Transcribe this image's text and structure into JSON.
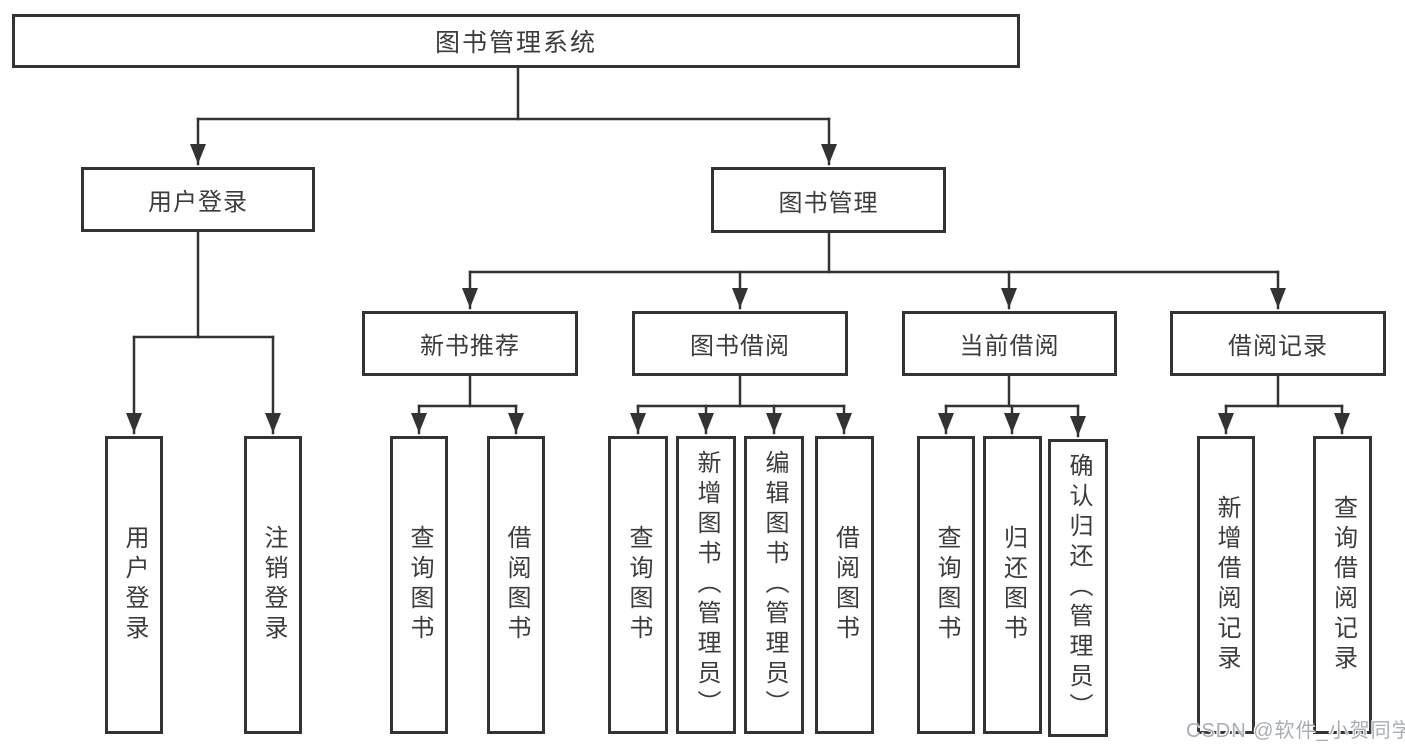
{
  "tree": {
    "root": {
      "label": "图书管理系统"
    },
    "branches": [
      {
        "label": "用户登录",
        "children": [
          {
            "label": "用户登录"
          },
          {
            "label": "注销登录"
          }
        ]
      },
      {
        "label": "图书管理",
        "children": [
          {
            "label": "新书推荐",
            "children": [
              {
                "label": "查询图书"
              },
              {
                "label": "借阅图书"
              }
            ]
          },
          {
            "label": "图书借阅",
            "children": [
              {
                "label": "查询图书"
              },
              {
                "label": "新增图书（管理员）"
              },
              {
                "label": "编辑图书（管理员）"
              },
              {
                "label": "借阅图书"
              }
            ]
          },
          {
            "label": "当前借阅",
            "children": [
              {
                "label": "查询图书"
              },
              {
                "label": "归还图书"
              },
              {
                "label": "确认归还（管理员）"
              }
            ]
          },
          {
            "label": "借阅记录",
            "children": [
              {
                "label": "新增借阅记录"
              },
              {
                "label": "查询借阅记录"
              }
            ]
          }
        ]
      }
    ]
  },
  "watermark": {
    "text": "CSDN @软件_小贺同学"
  },
  "colors": {
    "line": "#333333",
    "text": "#3a3a3a",
    "watermark": "#a9aeb4",
    "background": "#ffffff"
  }
}
